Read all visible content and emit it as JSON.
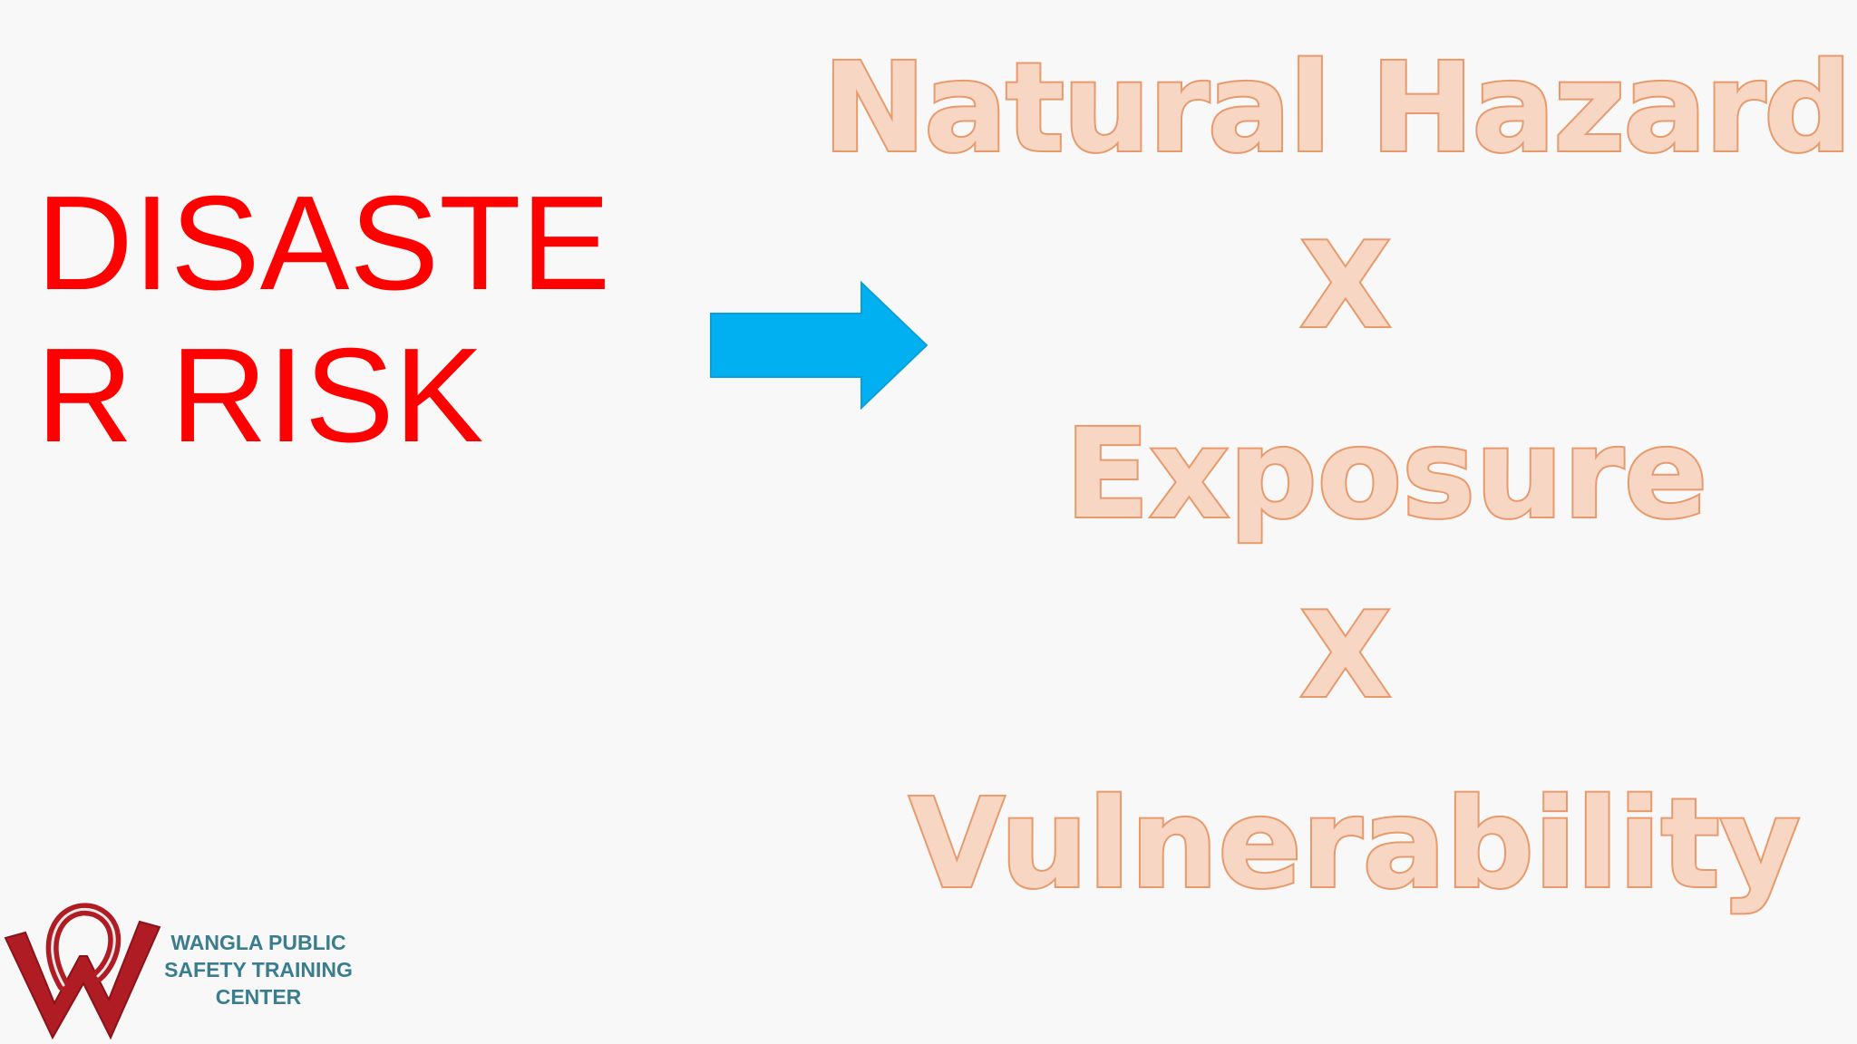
{
  "slide": {
    "title": "DISASTER RISK",
    "formula": {
      "term1": "Natural Hazard",
      "operator1": "X",
      "term2": "Exposure",
      "operator2": "X",
      "term3": "Vulnerability"
    }
  },
  "logo": {
    "line1": "WANGLA PUBLIC",
    "line2": "SAFETY TRAINING",
    "line3": "CENTER"
  },
  "colors": {
    "title": "#ff0000",
    "arrow": "#00b0f0",
    "term_fill": "#f7d6c3",
    "term_outline": "#e89a6c",
    "logo_mark": "#b01c24",
    "logo_text": "#3a7d8e"
  },
  "icons": {
    "arrow": "right-arrow-icon",
    "logo": "wangla-logo-icon"
  }
}
